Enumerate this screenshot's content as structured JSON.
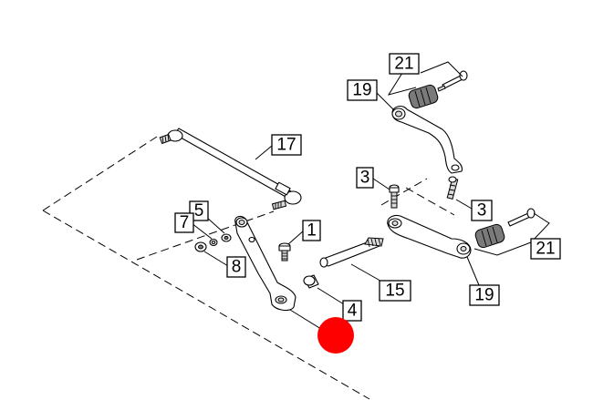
{
  "callouts": [
    {
      "id": "17",
      "label": "17"
    },
    {
      "id": "21a",
      "label": "21"
    },
    {
      "id": "19a",
      "label": "19"
    },
    {
      "id": "3a",
      "label": "3"
    },
    {
      "id": "3b",
      "label": "3"
    },
    {
      "id": "5",
      "label": "5"
    },
    {
      "id": "7",
      "label": "7"
    },
    {
      "id": "1",
      "label": "1"
    },
    {
      "id": "8",
      "label": "8"
    },
    {
      "id": "15",
      "label": "15"
    },
    {
      "id": "4",
      "label": "4"
    },
    {
      "id": "21b",
      "label": "21"
    },
    {
      "id": "19b",
      "label": "19"
    }
  ],
  "marker": {
    "color": "#ff0000"
  },
  "colors": {
    "line": "#000000",
    "background": "#ffffff",
    "shade": "#d9d9d9"
  }
}
